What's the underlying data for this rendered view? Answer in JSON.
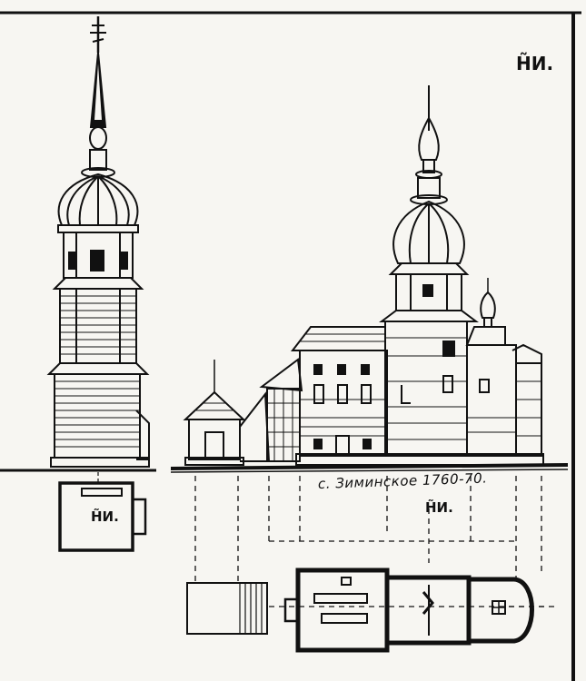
{
  "marks": {
    "corner": "Н̃И.",
    "belltower_plan": "Н̃И.",
    "caption": "с. Зиминское 1760-70.",
    "church_plan": "Н̃И."
  },
  "colors": {
    "ink": "#111111",
    "paper": "#f7f6f2"
  }
}
